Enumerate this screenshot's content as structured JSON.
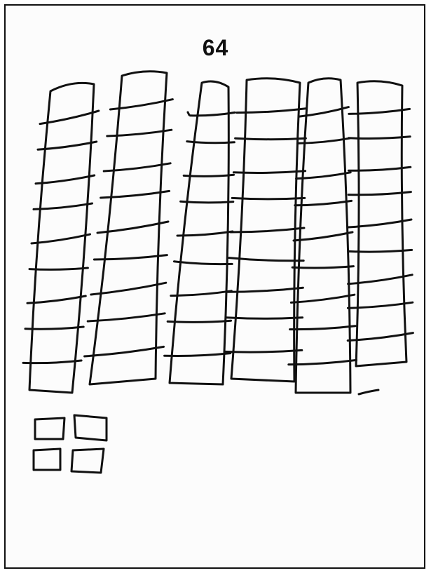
{
  "worksheet": {
    "number": "64",
    "ink_color": "#111111",
    "background_color": "#fcfcfc"
  },
  "drawing": {
    "tens_rods": 6,
    "unit_cubes": 4
  }
}
